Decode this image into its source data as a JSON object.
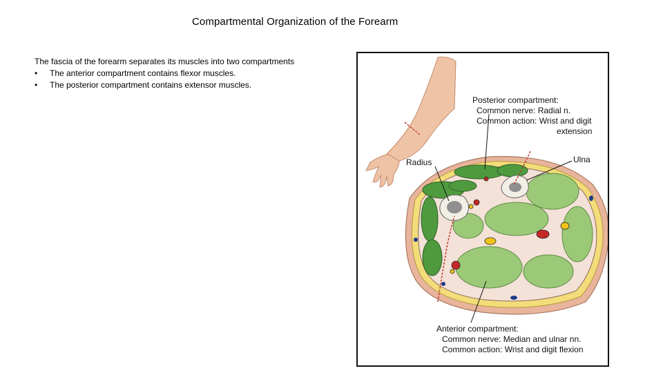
{
  "slide": {
    "title": "Compartmental Organization of the Forearm"
  },
  "body": {
    "intro": "The fascia of the forearm separates its muscles into two compartments",
    "bullets": [
      {
        "marker": "•",
        "text": "The anterior compartment contains flexor muscles."
      },
      {
        "marker": "•",
        "text": "The posterior compartment contains extensor muscles."
      }
    ]
  },
  "figure": {
    "labels": {
      "posterior_title": "Posterior compartment:",
      "posterior_nerve": "Common nerve: Radial n.",
      "posterior_action_1": "Common action: Wrist and digit",
      "posterior_action_2": "extension",
      "radius": "Radius",
      "ulna": "Ulna",
      "anterior_title": "Anterior compartment:",
      "anterior_nerve": "Common nerve: Median and ulnar nn.",
      "anterior_action": "Common action: Wrist and digit flexion"
    },
    "colors": {
      "skin_outer": "#e8b49c",
      "fat_layer": "#f3dc7a",
      "posterior_muscle": "#4f9a3f",
      "anterior_muscle": "#9cc978",
      "bone": "#f2efe6",
      "marrow": "#8f8f8f",
      "fascia_line": "#c0392b",
      "artery": "#c62828",
      "nerve": "#f0c419",
      "vein": "#1f3a8a"
    }
  }
}
